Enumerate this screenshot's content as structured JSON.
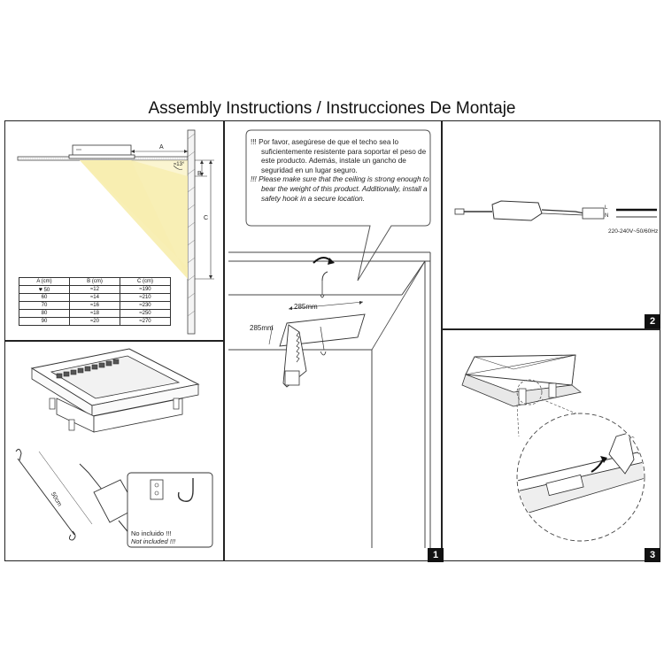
{
  "title": "Assembly Instructions / Instrucciones De Montaje",
  "panel_numbers": {
    "p1": "1",
    "p2": "2",
    "p3": "3"
  },
  "dimension_labels": {
    "a": "A",
    "b": "B",
    "c": "C",
    "angle": "≈13°"
  },
  "table": {
    "headers": [
      "A (cm)",
      "B (cm)",
      "C (cm)"
    ],
    "rows": [
      [
        "50",
        "≈12",
        "≈190"
      ],
      [
        "60",
        "≈14",
        "≈210"
      ],
      [
        "70",
        "≈16",
        "≈230"
      ],
      [
        "80",
        "≈18",
        "≈250"
      ],
      [
        "90",
        "≈20",
        "≈270"
      ]
    ],
    "heart": "♥"
  },
  "warning": {
    "es": "!!! Por favor, asegúrese de que el techo sea lo suficientemente resistente para soportar el peso de este producto. Además, instale un gancho de seguridad en un lugar seguro.",
    "en": "!!! Please make sure that the ceiling is strong enough to bear the weight of this product. Additionally, install a safety hook in a secure location."
  },
  "cutout": {
    "width": "285mm",
    "height": "285mm"
  },
  "cable_length": "50cm",
  "not_included": {
    "es": "No incluido !!!",
    "en": "Not included !!!"
  },
  "power": {
    "voltage": "220-240V~50/60Hz",
    "l": "L",
    "n": "N"
  }
}
